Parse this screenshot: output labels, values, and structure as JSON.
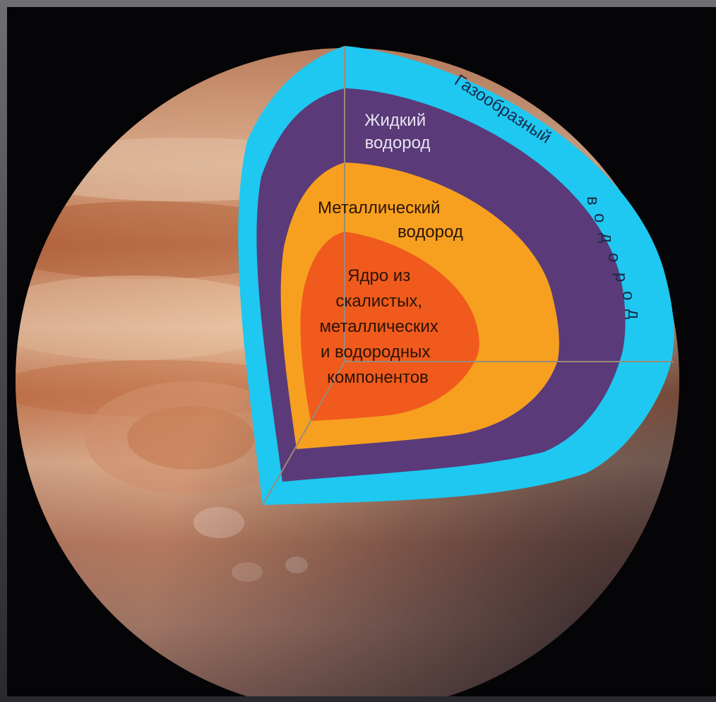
{
  "labels": {
    "liquid_hydrogen": [
      "Жидкий",
      "водород"
    ],
    "metallic_hydrogen": [
      "Металлический",
      "водород"
    ],
    "core": [
      "Ядро из",
      "скалистых,",
      "металлических",
      "и водородных",
      "компонентов"
    ],
    "gaseous_hydrogen_word": "Газообразный",
    "gaseous_hydrogen_vertical": [
      "в",
      "о",
      "д",
      "о",
      "р",
      "о",
      "д"
    ]
  },
  "colors": {
    "gaseous": "#1ec8f0",
    "liquid": "#5a3a78",
    "metallic": "#f7a020",
    "core": "#f05a1c",
    "text_light": "#e8e4f2",
    "text_dark": "#2a1408"
  }
}
